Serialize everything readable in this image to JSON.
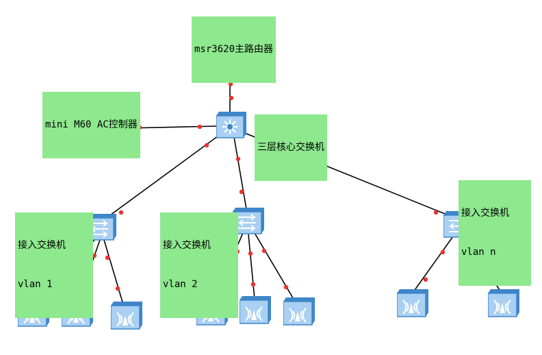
{
  "labels": {
    "router": "msr3620主路由器",
    "ac": "mini M60 AC控制器",
    "core": "三层核心交换机",
    "access1": {
      "title": "接入交换机",
      "vlan": "vlan 1"
    },
    "access2": {
      "title": "接入交换机",
      "vlan": "vlan 2"
    },
    "access3": {
      "title": "接入交换机",
      "vlan": "vlan n"
    }
  },
  "devices": [
    {
      "id": "router",
      "kind": "router"
    },
    {
      "id": "ac",
      "kind": "ac-controller"
    },
    {
      "id": "core",
      "kind": "core-switch"
    },
    {
      "id": "access1",
      "kind": "access-switch"
    },
    {
      "id": "access2",
      "kind": "access-switch"
    },
    {
      "id": "access3",
      "kind": "access-switch"
    },
    {
      "id": "ap1a",
      "kind": "access-point"
    },
    {
      "id": "ap1b",
      "kind": "access-point"
    },
    {
      "id": "ap1c",
      "kind": "access-point"
    },
    {
      "id": "ap2a",
      "kind": "access-point"
    },
    {
      "id": "ap2b",
      "kind": "access-point"
    },
    {
      "id": "ap2c",
      "kind": "access-point"
    },
    {
      "id": "ap3a",
      "kind": "access-point"
    },
    {
      "id": "ap3b",
      "kind": "access-point"
    }
  ],
  "links": [
    [
      "router",
      "core"
    ],
    [
      "ac",
      "core"
    ],
    [
      "core",
      "access1"
    ],
    [
      "core",
      "access2"
    ],
    [
      "core",
      "access3"
    ],
    [
      "access1",
      "ap1a"
    ],
    [
      "access1",
      "ap1b"
    ],
    [
      "access1",
      "ap1c"
    ],
    [
      "access2",
      "ap2a"
    ],
    [
      "access2",
      "ap2b"
    ],
    [
      "access2",
      "ap2c"
    ],
    [
      "access3",
      "ap3a"
    ],
    [
      "access3",
      "ap3b"
    ]
  ],
  "colors": {
    "label_bg": "#8ee88e",
    "link": "#000000",
    "port_dot": "#e8332e",
    "device_fill": "#a9d0f2",
    "device_dark": "#3f86c9"
  },
  "icons": {
    "router": "router-icon",
    "ac": "ac-controller-icon",
    "core": "layer3-switch-icon",
    "access": "switch-icon",
    "ap": "wireless-ap-icon"
  }
}
